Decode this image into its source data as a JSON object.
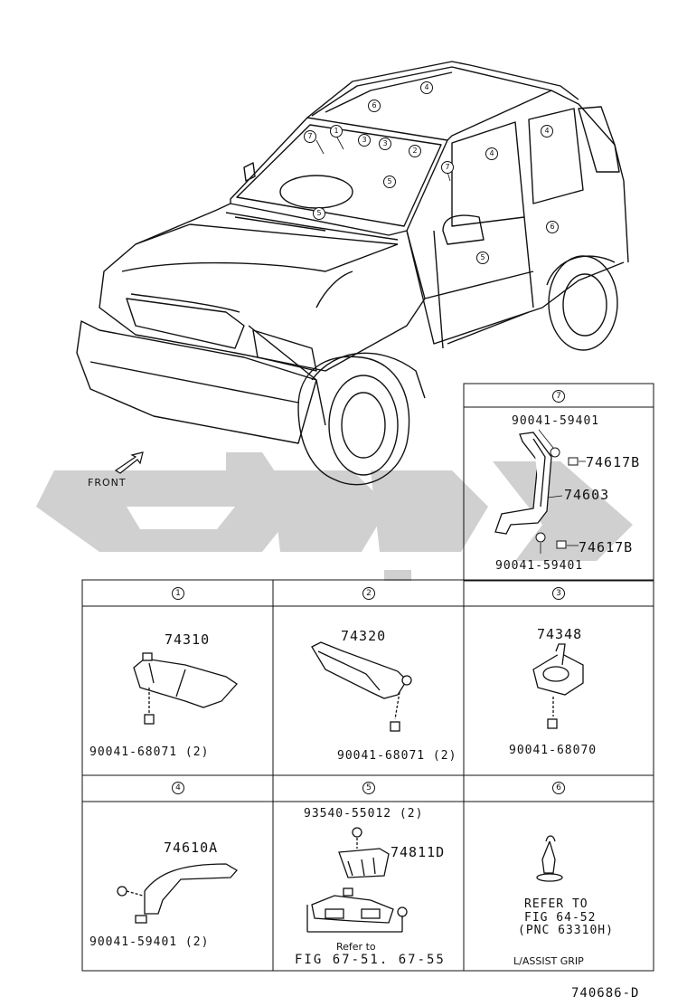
{
  "callouts": {
    "c7a": "7",
    "c1": "1",
    "c3a": "3",
    "c3b": "3",
    "c2": "2",
    "c6a": "6",
    "c4a": "4",
    "c5a": "5",
    "c5b": "5",
    "c7b": "7",
    "c4b": "4",
    "c4c": "4",
    "c6b": "6",
    "c5c": "5"
  },
  "front_label": "FRONT",
  "watermark_color": "#c8c8c8",
  "panel7": {
    "header": "7",
    "part_top": "90041-59401",
    "part_clip_top": "74617B",
    "part_main": "74603",
    "part_clip_bottom": "74617B",
    "part_bottom": "90041-59401"
  },
  "panel1": {
    "header": "1",
    "part": "74310",
    "screw": "90041-68071 (2)"
  },
  "panel2": {
    "header": "2",
    "part": "74320",
    "screw": "90041-68071 (2)"
  },
  "panel3": {
    "header": "3",
    "part": "74348",
    "screw": "90041-68070"
  },
  "panel4": {
    "header": "4",
    "part": "74610A",
    "screw": "90041-59401 (2)"
  },
  "panel5": {
    "header": "5",
    "part_top": "93540-55012 (2)",
    "part_main": "74811D",
    "ref_small": "Refer to",
    "ref_fig": "FIG 67-51. 67-55"
  },
  "panel6": {
    "header": "6",
    "ref1": "REFER TO",
    "ref2": "FIG 64-52",
    "ref3": "(PNC 63310H)",
    "caption": "L/ASSIST GRIP"
  },
  "diagram_code": "740686-D"
}
